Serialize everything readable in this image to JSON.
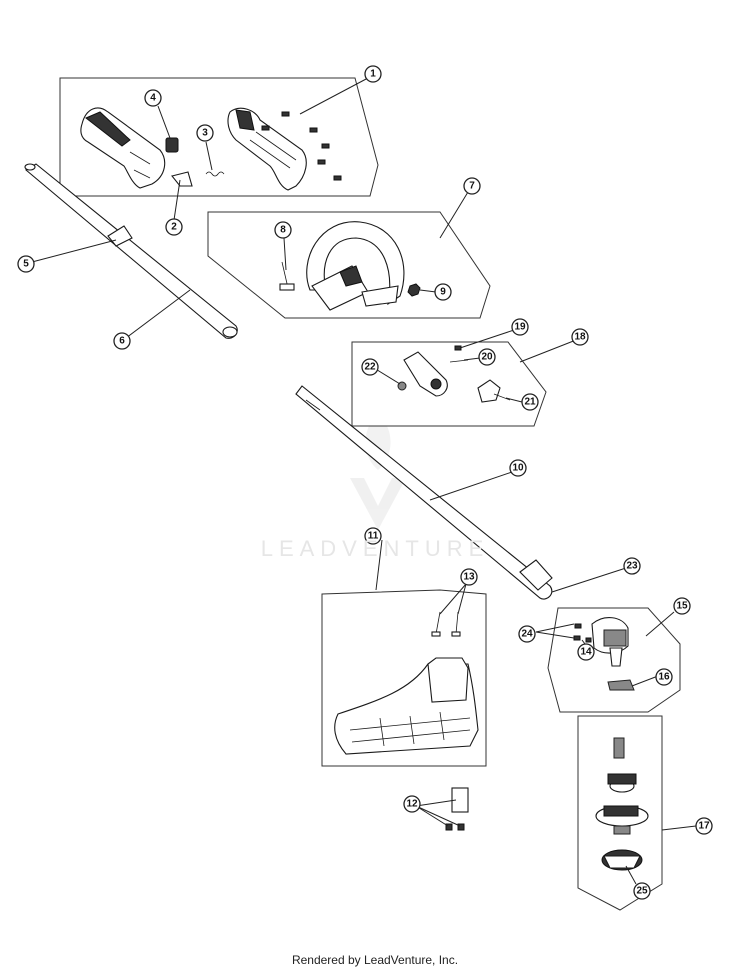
{
  "callouts": [
    "1",
    "2",
    "3",
    "4",
    "5",
    "6",
    "7",
    "8",
    "9",
    "10",
    "11",
    "12",
    "13",
    "14",
    "15",
    "16",
    "17",
    "18",
    "19",
    "20",
    "21",
    "22",
    "23",
    "24",
    "25"
  ],
  "watermark": "LEADVENTURE",
  "footer": "Rendered by LeadVenture, Inc."
}
